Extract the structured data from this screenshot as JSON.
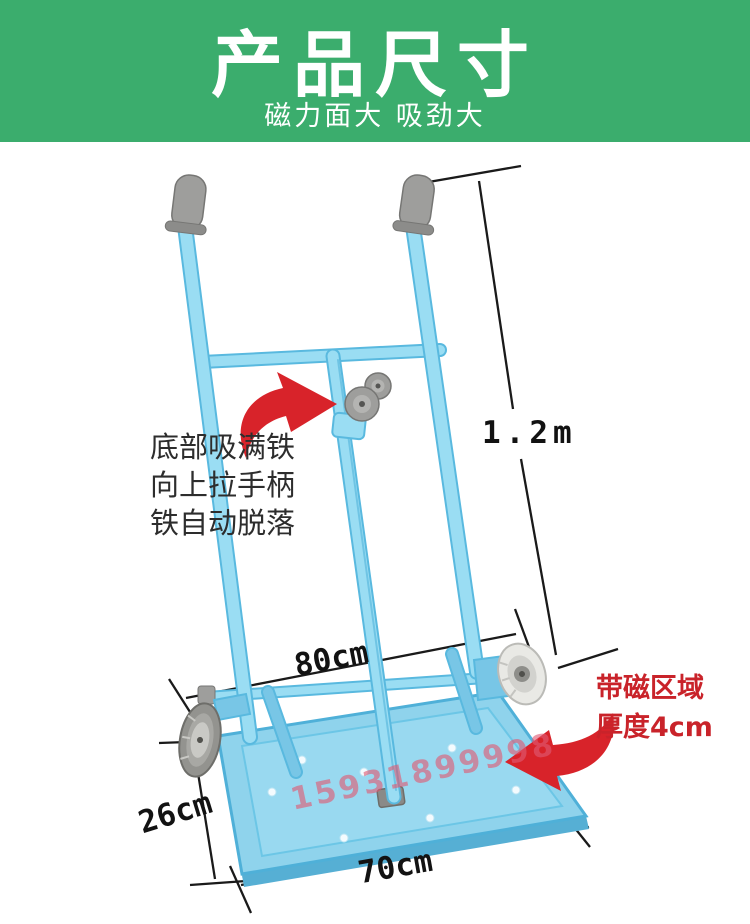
{
  "header": {
    "title": "产品尺寸",
    "subtitle": "磁力面大 吸劲大"
  },
  "instructions": {
    "line1": "底部吸满铁",
    "line2": "向上拉手柄",
    "line3": "铁自动脱落"
  },
  "dimensions": {
    "height": "1.2m",
    "width": "80cm",
    "depth": "26cm",
    "bottom_width": "70cm"
  },
  "magnet_note": {
    "line1": "带磁区域",
    "line2": "厚度4cm"
  },
  "watermark": {
    "phone": "15931899998"
  },
  "icons": {
    "arrow_to_pulley": "red-curved-arrow-right",
    "arrow_to_base": "red-curved-arrow-left"
  },
  "colors": {
    "header-green": "#3BAD6D",
    "tube-fill": "#9ADDF3",
    "tube-edge": "#59B9DF",
    "plate-fill": "#8FD3EC",
    "plate-inner": "#99D9F0",
    "plate-side": "#56AFD4",
    "plate-edge": "#4FB0D8",
    "strut-blue": "#78C6E6",
    "grip-gray": "#9E9E9C",
    "grip-gray-dark": "#767674",
    "arrow-red": "#D8232A",
    "note-red": "#C9232A",
    "dim-line": "#1A1A1A",
    "watermark-pink": "#E05A73",
    "text-dark": "#2D2D2D"
  }
}
